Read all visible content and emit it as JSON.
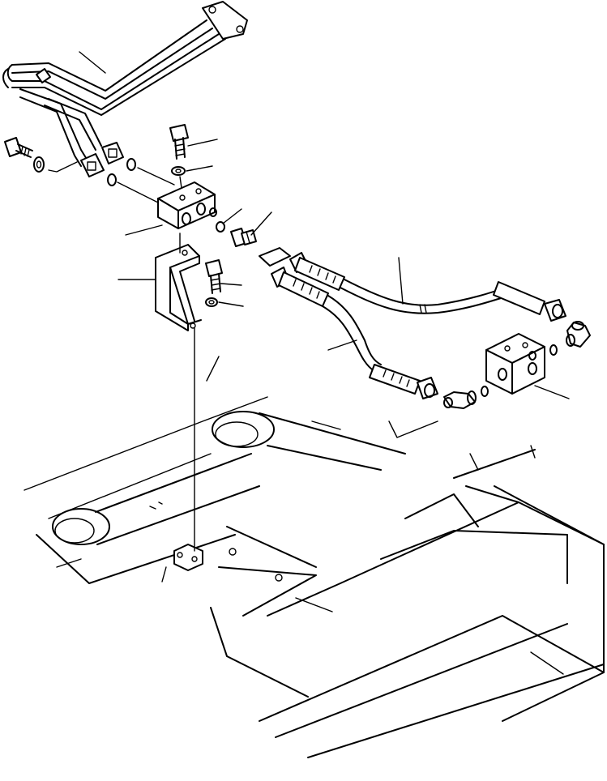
{
  "diagram": {
    "kind": "exploded parts drawing (line art)",
    "parts": [
      "hydraulic-tube-assembly",
      "tube-flange",
      "bolt",
      "washer",
      "o-ring",
      "manifold-block",
      "bracket",
      "adapter-fitting",
      "hose",
      "elbow-fitting",
      "valve-block",
      "frame"
    ],
    "callout_count": 14
  }
}
